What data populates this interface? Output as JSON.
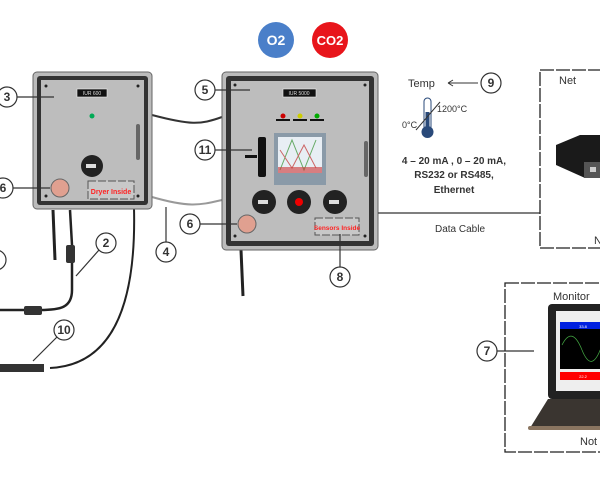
{
  "gases": {
    "o2": "O2",
    "co2": "CO2",
    "o2_color": "#4a7fc9",
    "co2_color": "#e8151b"
  },
  "units": {
    "left": {
      "model": "IUR 600",
      "badge": "Dryer Inside"
    },
    "right": {
      "model": "IUR 5000",
      "badge": "Sensors Inside"
    }
  },
  "callouts": {
    "c2": "2",
    "c3": "3",
    "c4": "4",
    "c5": "5",
    "c6a": "6",
    "c6b": "6",
    "c7": "7",
    "c8": "8",
    "c9": "9",
    "c10": "10",
    "c11": "11"
  },
  "temperature": {
    "label": "Temp",
    "max": "1200°C",
    "min": "0°C"
  },
  "outputs": {
    "line1": "4 – 20 mA , 0 – 20 mA,",
    "line2": "RS232 or RS485,",
    "line3": "Ethernet"
  },
  "data_cable": "Data Cable",
  "network_box": {
    "title": "Net",
    "footer": "N"
  },
  "monitor_box": {
    "title": "Monitor",
    "footer": "Not"
  },
  "laptop_screen": {
    "top_bar": "33.8",
    "bottom_bar": "22.2"
  }
}
